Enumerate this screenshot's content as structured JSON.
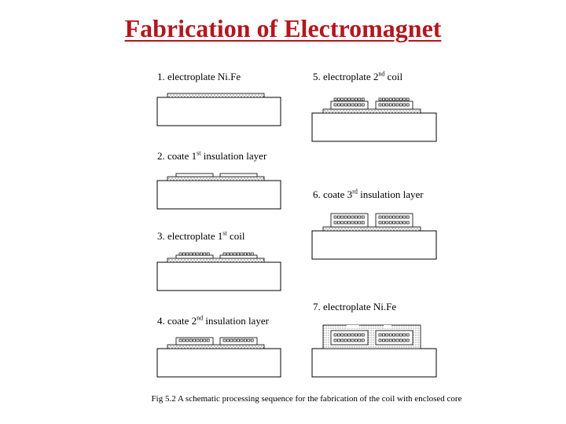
{
  "title": "Fabrication of Electromagnet",
  "steps": [
    {
      "num": "1.",
      "text": "electroplate Ni.Fe",
      "sup": "",
      "rest": ""
    },
    {
      "num": "2.",
      "text": "coate 1",
      "sup": "st",
      "rest": " insulation layer"
    },
    {
      "num": "3.",
      "text": "electroplate 1",
      "sup": "st",
      "rest": " coil"
    },
    {
      "num": "4.",
      "text": "coate 2",
      "sup": "nd",
      "rest": " insulation layer"
    },
    {
      "num": "5.",
      "text": "electroplate 2",
      "sup": "nd",
      "rest": " coil"
    },
    {
      "num": "6.",
      "text": "coate 3",
      "sup": "rd",
      "rest": " insulation layer"
    },
    {
      "num": "7.",
      "text": "electroplate Ni.Fe",
      "sup": "",
      "rest": ""
    }
  ],
  "caption": "Fig 5.2 A schematic processing sequence for the fabrication of the coil with enclosed core",
  "colors": {
    "title": "#b3171e"
  }
}
